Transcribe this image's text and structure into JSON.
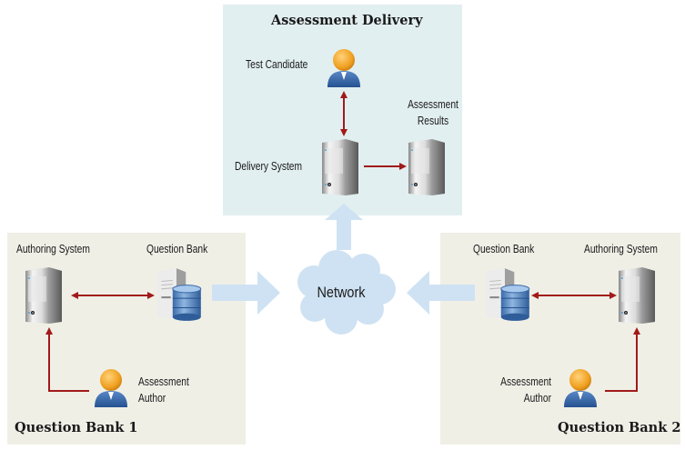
{
  "colors": {
    "delivery_panel": "#e2eff0",
    "bank_panel": "#f0efe6",
    "flow_arrow": "#cfe2f3",
    "connector": "#a11a1a"
  },
  "delivery": {
    "title": "Assessment Delivery",
    "test_candidate": "Test Candidate",
    "delivery_system": "Delivery System",
    "results_line1": "Assessment",
    "results_line2": "Results"
  },
  "network": {
    "label": "Network"
  },
  "bank1": {
    "title": "Question Bank 1",
    "authoring_system": "Authoring System",
    "question_bank": "Question Bank",
    "author_line1": "Assessment",
    "author_line2": "Author"
  },
  "bank2": {
    "title": "Question Bank 2",
    "authoring_system": "Authoring System",
    "question_bank": "Question Bank",
    "author_line1": "Assessment",
    "author_line2": "Author"
  }
}
